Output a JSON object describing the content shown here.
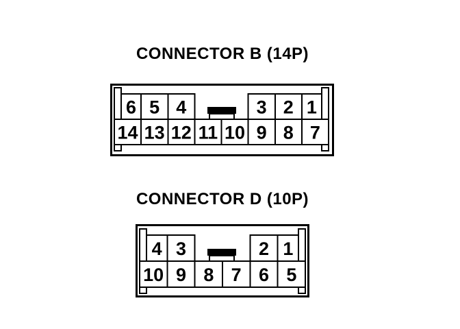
{
  "page": {
    "background_color": "#ffffff",
    "line_color": "#000000",
    "latch_fill_color": "#000000"
  },
  "connectors": [
    {
      "id": "connector-b",
      "title": "CONNECTOR B (14P)",
      "pin_count": 14,
      "top_row_pins": [
        "6",
        "5",
        "4",
        "",
        "",
        "3",
        "2",
        "1"
      ],
      "bottom_row_pins": [
        "14",
        "13",
        "12",
        "11",
        "10",
        "9",
        "8",
        "7"
      ]
    },
    {
      "id": "connector-d",
      "title": "CONNECTOR D (10P)",
      "pin_count": 10,
      "top_row_pins": [
        "4",
        "3",
        "",
        "",
        "2",
        "1"
      ],
      "bottom_row_pins": [
        "10",
        "9",
        "8",
        "7",
        "6",
        "5"
      ]
    }
  ]
}
